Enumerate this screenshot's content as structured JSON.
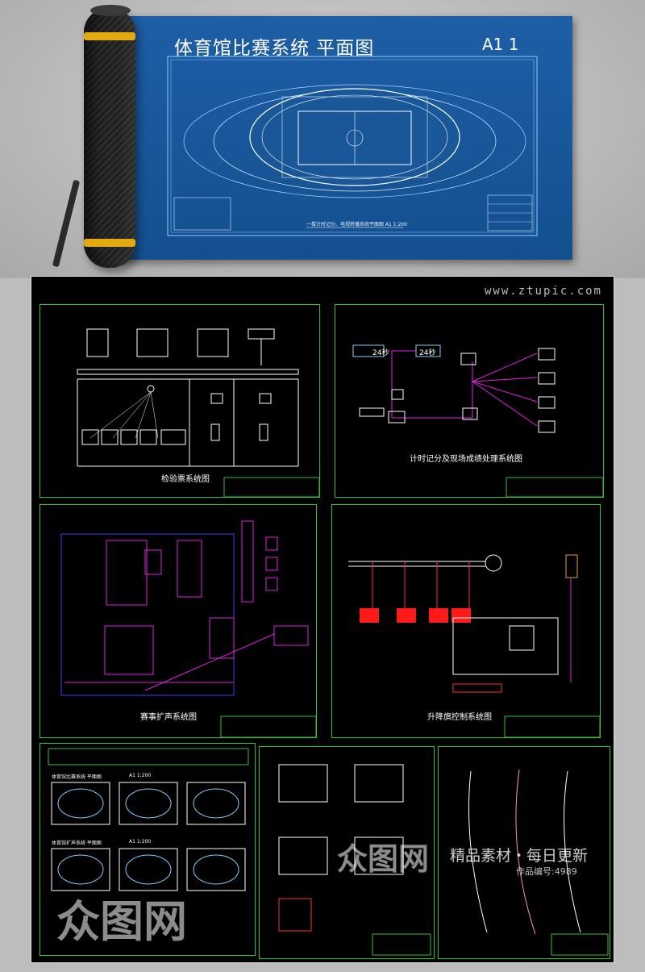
{
  "blueprint": {
    "title": "体育馆比赛系统  平面图",
    "sheet": "A1  1",
    "caption": "一楼计时记分、电视转播系统平面图   A1 1:200"
  },
  "cad_sheet": {
    "site_watermark": "www.ztupic.com",
    "panels": [
      {
        "id": "p1",
        "title": "检验票系统图"
      },
      {
        "id": "p2",
        "title": "计时记分及现场成绩处理系统图",
        "labels": [
          "24秒",
          "24秒"
        ]
      },
      {
        "id": "p3",
        "title": "赛事扩声系统图"
      },
      {
        "id": "p4",
        "title": "升降旗控制系统图"
      }
    ],
    "mini_titles": [
      "体育馆比赛系统  平面图",
      "A1 1:200",
      "体育馆扩声系统  平面图",
      "A1 1:200"
    ]
  },
  "watermark": {
    "logo": "众图网",
    "brand": "精品素材・每日更新",
    "code": "作品编号:4989"
  },
  "colors": {
    "blueprint": "#1a5799",
    "cad_line": "#2bc23a",
    "magenta": "#e020e0",
    "red": "#ff1a1a",
    "band": "#e3a911"
  }
}
